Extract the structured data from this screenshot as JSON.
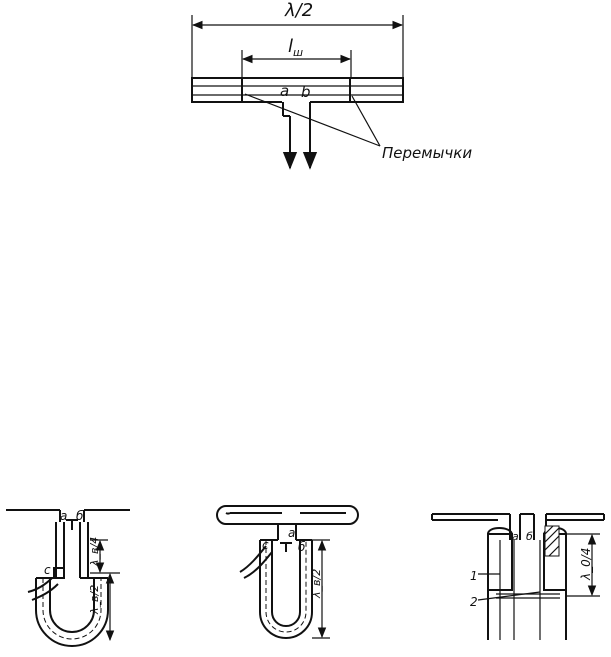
{
  "top_figure": {
    "dim_total": "λ/2",
    "dim_inner": "l",
    "dim_inner_sub": "ш",
    "point_a": "a",
    "point_b": "b",
    "bridges_label": "Перемычки"
  },
  "fig_left": {
    "point_a": "a",
    "point_b": "б",
    "point_c": "с",
    "dim_quarter": "λ_в/4",
    "dim_half": "λ_в/2"
  },
  "fig_middle": {
    "point_a": "a",
    "point_c": "с",
    "point_b": "б",
    "dim_half": "λ_в/2"
  },
  "fig_right": {
    "point_a": "a",
    "point_b": "б",
    "dim_quarter": "λ_0/4",
    "callout_1": "1",
    "callout_2": "2"
  }
}
